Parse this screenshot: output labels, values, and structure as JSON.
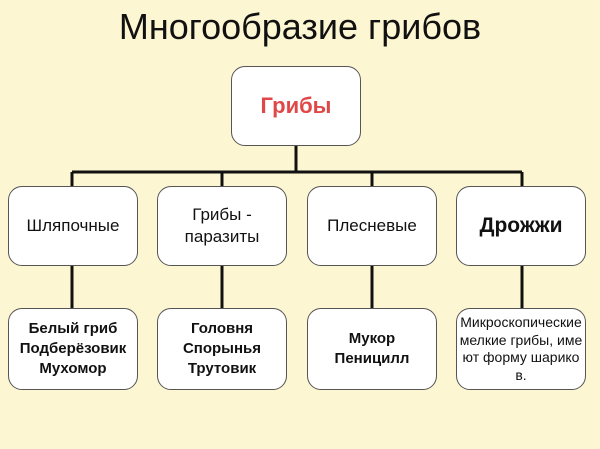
{
  "title": "Многообразие грибов",
  "root": {
    "label": "Грибы",
    "color": "#e04848"
  },
  "categories": [
    {
      "label": "Шляпочные",
      "examples": [
        "Белый гриб",
        "Подберёзовик",
        "Мухомор"
      ]
    },
    {
      "label": "Грибы - паразиты",
      "examples": [
        "Головня",
        "Спорынья",
        "Трутовик"
      ]
    },
    {
      "label": "Плесневые",
      "examples": [
        "Мукор",
        "Пеницилл"
      ]
    },
    {
      "label": "Дрожжи",
      "examples": [
        "Микроскопические мелкие грибы, имеют форму шариков."
      ]
    }
  ],
  "colors": {
    "background": "#fdf6d2",
    "box": "#ffffff",
    "line": "#111111"
  }
}
